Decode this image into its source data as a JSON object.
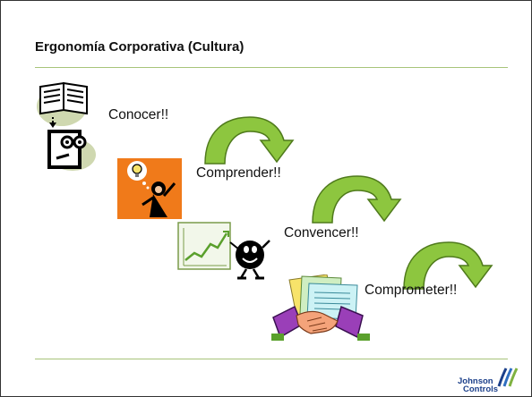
{
  "slide": {
    "title": "Ergonomía Corporativa (Cultura)",
    "steps": [
      {
        "label": "Conocer!!",
        "icon": "book-reading-person-icon"
      },
      {
        "label": "Comprender!!",
        "icon": "thinking-woman-lightbulb-icon"
      },
      {
        "label": "Convencer!!",
        "icon": "growth-chart-presenter-icon"
      },
      {
        "label": "Comprometer!!",
        "icon": "handshake-contract-icon"
      }
    ],
    "arrow_icon": "curved-green-arrow-icon",
    "colors": {
      "rule": "#a7c47a",
      "arrow_green": "#8dc63f",
      "logo_blue": "#1b3f8a"
    }
  },
  "footer": {
    "logo_line1": "Johnson",
    "logo_line2": "Controls"
  }
}
